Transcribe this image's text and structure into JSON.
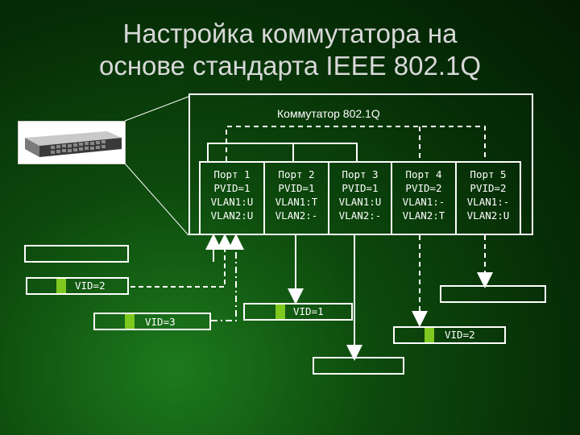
{
  "slide": {
    "title_line1": "Настройка коммутатора на",
    "title_line2": "основе стандарта IEEE 802.1Q"
  },
  "switch": {
    "label": "Коммутатор 802.1Q",
    "ports": [
      {
        "name": "Порт 1",
        "pvid": "PVID=1",
        "vlan1": "VLAN1:U",
        "vlan2": "VLAN2:U"
      },
      {
        "name": "Порт 2",
        "pvid": "PVID=1",
        "vlan1": "VLAN1:T",
        "vlan2": "VLAN2:-"
      },
      {
        "name": "Порт 3",
        "pvid": "PVID=1",
        "vlan1": "VLAN1:U",
        "vlan2": "VLAN2:-"
      },
      {
        "name": "Порт 4",
        "pvid": "PVID=2",
        "vlan1": "VLAN1:-",
        "vlan2": "VLAN2:T"
      },
      {
        "name": "Порт 5",
        "pvid": "PVID=2",
        "vlan1": "VLAN1:-",
        "vlan2": "VLAN2:U"
      }
    ]
  },
  "frames": {
    "frame_vid2": "VID=2",
    "frame_vid3": "VID=3",
    "frame_vid1": "VID=1",
    "frame_vid2_out": "VID=2"
  },
  "colors": {
    "background": "#0d4a0d",
    "lines": "#ffffff",
    "tag_marker": "#7ec820"
  },
  "icons": [
    "switch-photo",
    "arrow-up-icon",
    "arrow-down-icon"
  ]
}
